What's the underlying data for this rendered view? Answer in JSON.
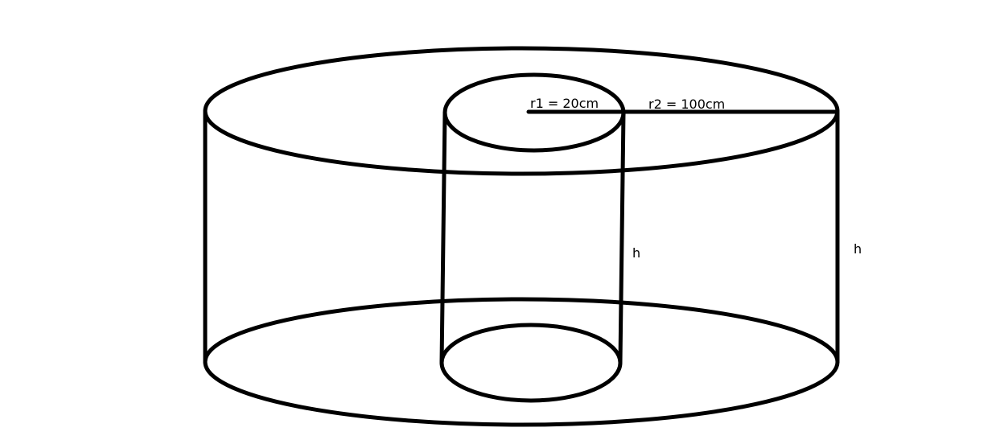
{
  "diagram": {
    "labels": {
      "r1": "r1 = 20cm",
      "r2": "r2 = 100cm",
      "h_inner": "h",
      "h_outer": "h"
    },
    "colors": {
      "stroke": "#000000",
      "background": "#ffffff"
    }
  }
}
